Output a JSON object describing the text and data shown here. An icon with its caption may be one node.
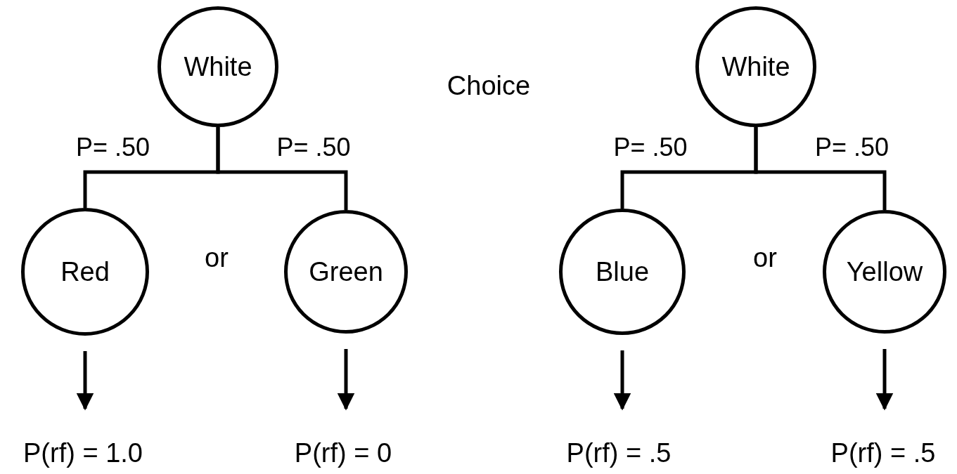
{
  "diagram": {
    "nodes": [
      {
        "text": [
          "White"
        ]
      },
      {
        "text": [
          "Red"
        ]
      },
      {
        "text": [
          "Green"
        ]
      },
      {
        "text": [
          "White"
        ]
      },
      {
        "text": [
          "Blue"
        ]
      },
      {
        "text": [
          "Yellow"
        ]
      },
      {
        "text": [
          "P(rf) = 1.0"
        ]
      },
      {
        "text": [
          "P(rf) = 0"
        ]
      },
      {
        "text": [
          "P(rf) = .5"
        ]
      },
      {
        "text": [
          "P(rf) = .5"
        ]
      }
    ],
    "edges": [
      {
        "from": 0,
        "to": 1,
        "arrow": "none",
        "label": "P= .50"
      },
      {
        "from": 0,
        "to": 2,
        "arrow": "none",
        "label": "P= .50"
      },
      {
        "from": 1,
        "to": 6,
        "arrow": "to"
      },
      {
        "from": 2,
        "to": 7,
        "arrow": "to"
      },
      {
        "from": 3,
        "to": 4,
        "arrow": "none",
        "label": "P= .50"
      },
      {
        "from": 3,
        "to": 5,
        "arrow": "none",
        "label": "P= .50"
      },
      {
        "from": 4,
        "to": 8,
        "arrow": "to"
      },
      {
        "from": 5,
        "to": 9,
        "arrow": "to"
      }
    ],
    "labels": [
      "Choice",
      "or",
      "or"
    ]
  }
}
